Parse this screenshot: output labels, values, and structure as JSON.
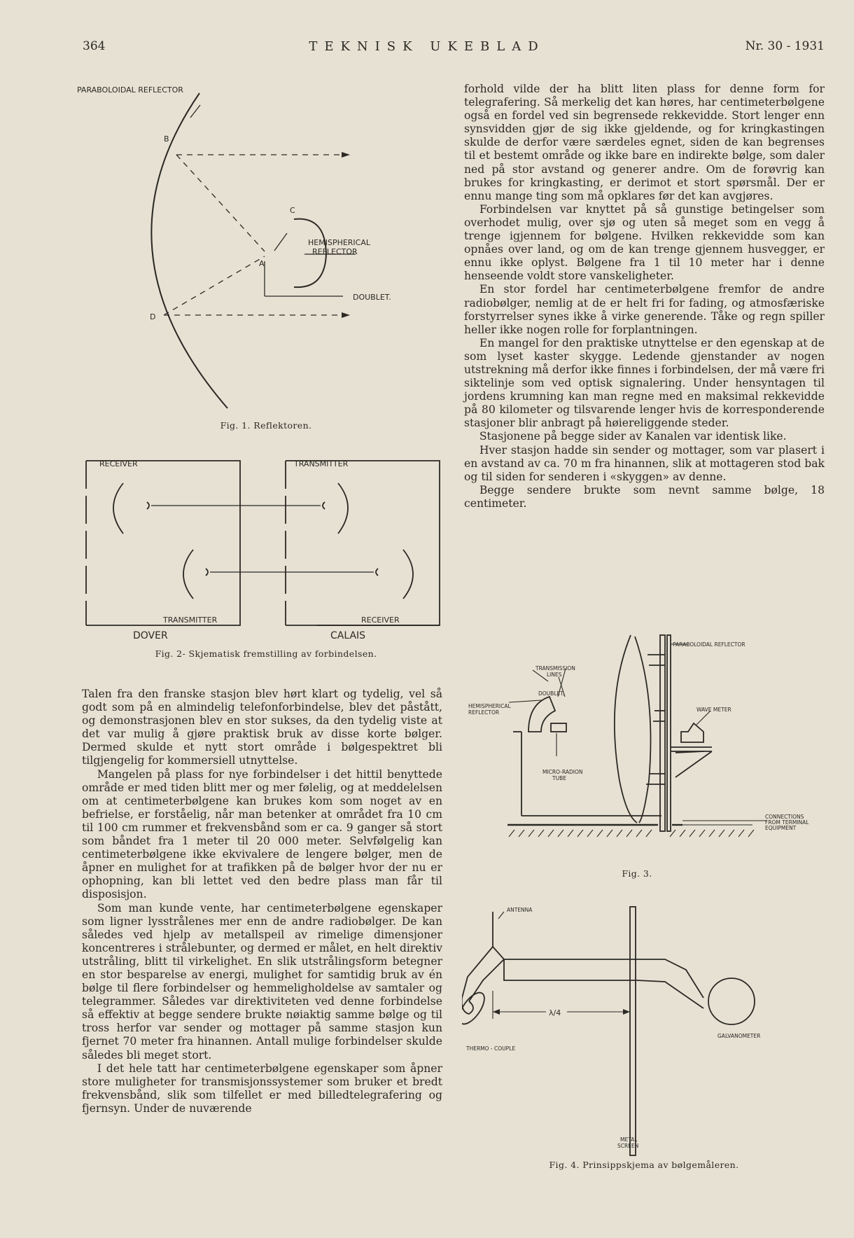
{
  "header": {
    "page_number": "364",
    "journal": "TEKNISK UKEBLAD",
    "issue": "Nr. 30 - 1931"
  },
  "fig1": {
    "paraboloidal_reflector": "PARABOLOIDAL REFLECTOR",
    "point_b": "B",
    "point_c": "C",
    "point_a": "A",
    "point_d": "D",
    "hemispherical": "HEMISPHERICAL",
    "reflector": "REFLECTOR",
    "doublet": "DOUBLET.",
    "caption": "Fig. 1. Reflektoren."
  },
  "fig2": {
    "receiver_top": "RECEIVER",
    "transmitter_top": "TRANSMITTER",
    "transmitter_bottom": "TRANSMITTER",
    "receiver_bottom": "RECEIVER",
    "dover": "DOVER",
    "calais": "CALAIS",
    "caption": "Fig. 2- Skjematisk fremstilling av forbindelsen."
  },
  "fig3": {
    "paraboloidal_reflector": "PARABOLOIDAL REFLECTOR",
    "transmission": "TRANSMISSION",
    "lines": "LINES",
    "doublet": "DOUBLET.",
    "hemispherical": "HEMISPHERICAL",
    "reflector": "REFLECTOR",
    "wave_meter": "WAVE METER",
    "micro_radion": "MICRO-RADION",
    "tube": "TUBE",
    "connections": "CONNECTIONS",
    "from_terminal": "FROM TERMINAL",
    "equipment": "EQUIPMENT",
    "caption": "Fig. 3."
  },
  "fig4": {
    "antenna": "ANTENNA",
    "lambda": "λ/4",
    "galvanometer": "GALVANOMETER",
    "thermo_couple": "THERMO - COUPLE",
    "metal": "METAL",
    "screen": "SCREEN",
    "caption": "Fig. 4. Prinsippskjema av bølgemåleren."
  },
  "text_right": [
    "forhold vilde der ha blitt liten plass for denne form for telegrafering. Så merkelig det kan høres, har centimeterbølgene også en fordel ved sin begrensede rekkevidde. Stort lenger enn synsvidden gjør de sig ikke gjeldende, og for kringkastingen skulde de derfor være særdeles egnet, siden de kan begrenses til et bestemt område og ikke bare en indirekte bølge, som daler ned på stor avstand og generer andre. Om de forøvrig kan brukes for kringkasting, er derimot et stort spørsmål. Der er ennu mange ting som må opklares før det kan avgjøres.",
    "Forbindelsen var knyttet på så gunstige betingelser som overhodet mulig, over sjø og uten så meget som en vegg å trenge igjennem for bølgene. Hvilken rekkevidde som kan opnåes over land, og om de kan trenge gjennem husvegger, er ennu ikke oplyst. Bølgene fra 1 til 10 meter har i denne henseende voldt store vanskeligheter.",
    "En stor fordel har centimeterbølgene fremfor de andre radiobølger, nemlig at de er helt fri for fading, og atmosfæriske forstyrrelser synes ikke å virke generende. Tåke og regn spiller heller ikke nogen rolle for forplantningen.",
    "En mangel for den praktiske utnyttelse er den egenskap at de som lyset kaster skygge. Ledende gjenstander av nogen utstrekning må derfor ikke finnes i forbindelsen, der må være fri siktelinje som ved optisk signalering. Under hensyntagen til jordens krumning kan man regne med en maksimal rekkevidde på 80 kilometer og tilsvarende lenger hvis de korresponderende stasjoner blir anbragt på høiereliggende steder.",
    "Stasjonene på begge sider av Kanalen var identisk like.",
    "Hver stasjon hadde sin sender og mottager, som var plasert i en avstand av ca. 70 m fra hinannen, slik at mottageren stod bak og til siden for senderen i «skyggen» av denne.",
    "Begge sendere brukte som nevnt samme bølge, 18 centimeter."
  ],
  "text_left": [
    "Talen fra den franske stasjon blev hørt klart og tydelig, vel så godt som på en almindelig telefonforbindelse, blev det påstått, og demonstrasjonen blev en stor sukses, da den tydelig viste at det var mulig å gjøre praktisk bruk av disse korte bølger. Dermed skulde et nytt stort område i bølgespektret bli tilgjengelig for kommersiell utnyttelse.",
    "Mangelen på plass for nye forbindelser i det hittil benyttede område er med tiden blitt mer og mer følelig, og at meddelelsen om at centimeterbølgene kan brukes kom som noget av en befrielse, er forståelig, når man betenker at området fra 10 cm til 100 cm rummer et frekvensbånd som er ca. 9 ganger så stort som båndet fra 1 meter til 20 000 meter. Selvfølgelig kan centimeterbølgene ikke ekvivalere de lengere bølger, men de åpner en mulighet for at trafikken på de bølger hvor der nu er ophopning, kan bli lettet ved den bedre plass man får til disposisjon.",
    "Som man kunde vente, har centimeterbølgene egenskaper som ligner lysstrålenes mer enn de andre radiobølger. De kan således ved hjelp av metallspeil av rimelige dimensjoner koncentreres i strålebunter, og dermed er målet, en helt direktiv utstråling, blitt til virkelighet. En slik utstrålingsform betegner en stor besparelse av energi, mulighet for samtidig bruk av én bølge til flere forbindelser og hemmeligholdelse av samtaler og telegrammer. Således var direktiviteten ved denne forbindelse så effektiv at begge sendere brukte nøiaktig samme bølge og til tross herfor var sender og mottager på samme stasjon kun fjernet 70 meter fra hinannen. Antall mulige forbindelser skulde således bli meget stort.",
    "I det hele tatt har centimeterbølgene egenskaper som åpner store muligheter for transmisjonssystemer som bruker et bredt frekvensbånd, slik som tilfellet er med billedtelegrafering og fjernsyn. Under de nuværende"
  ]
}
